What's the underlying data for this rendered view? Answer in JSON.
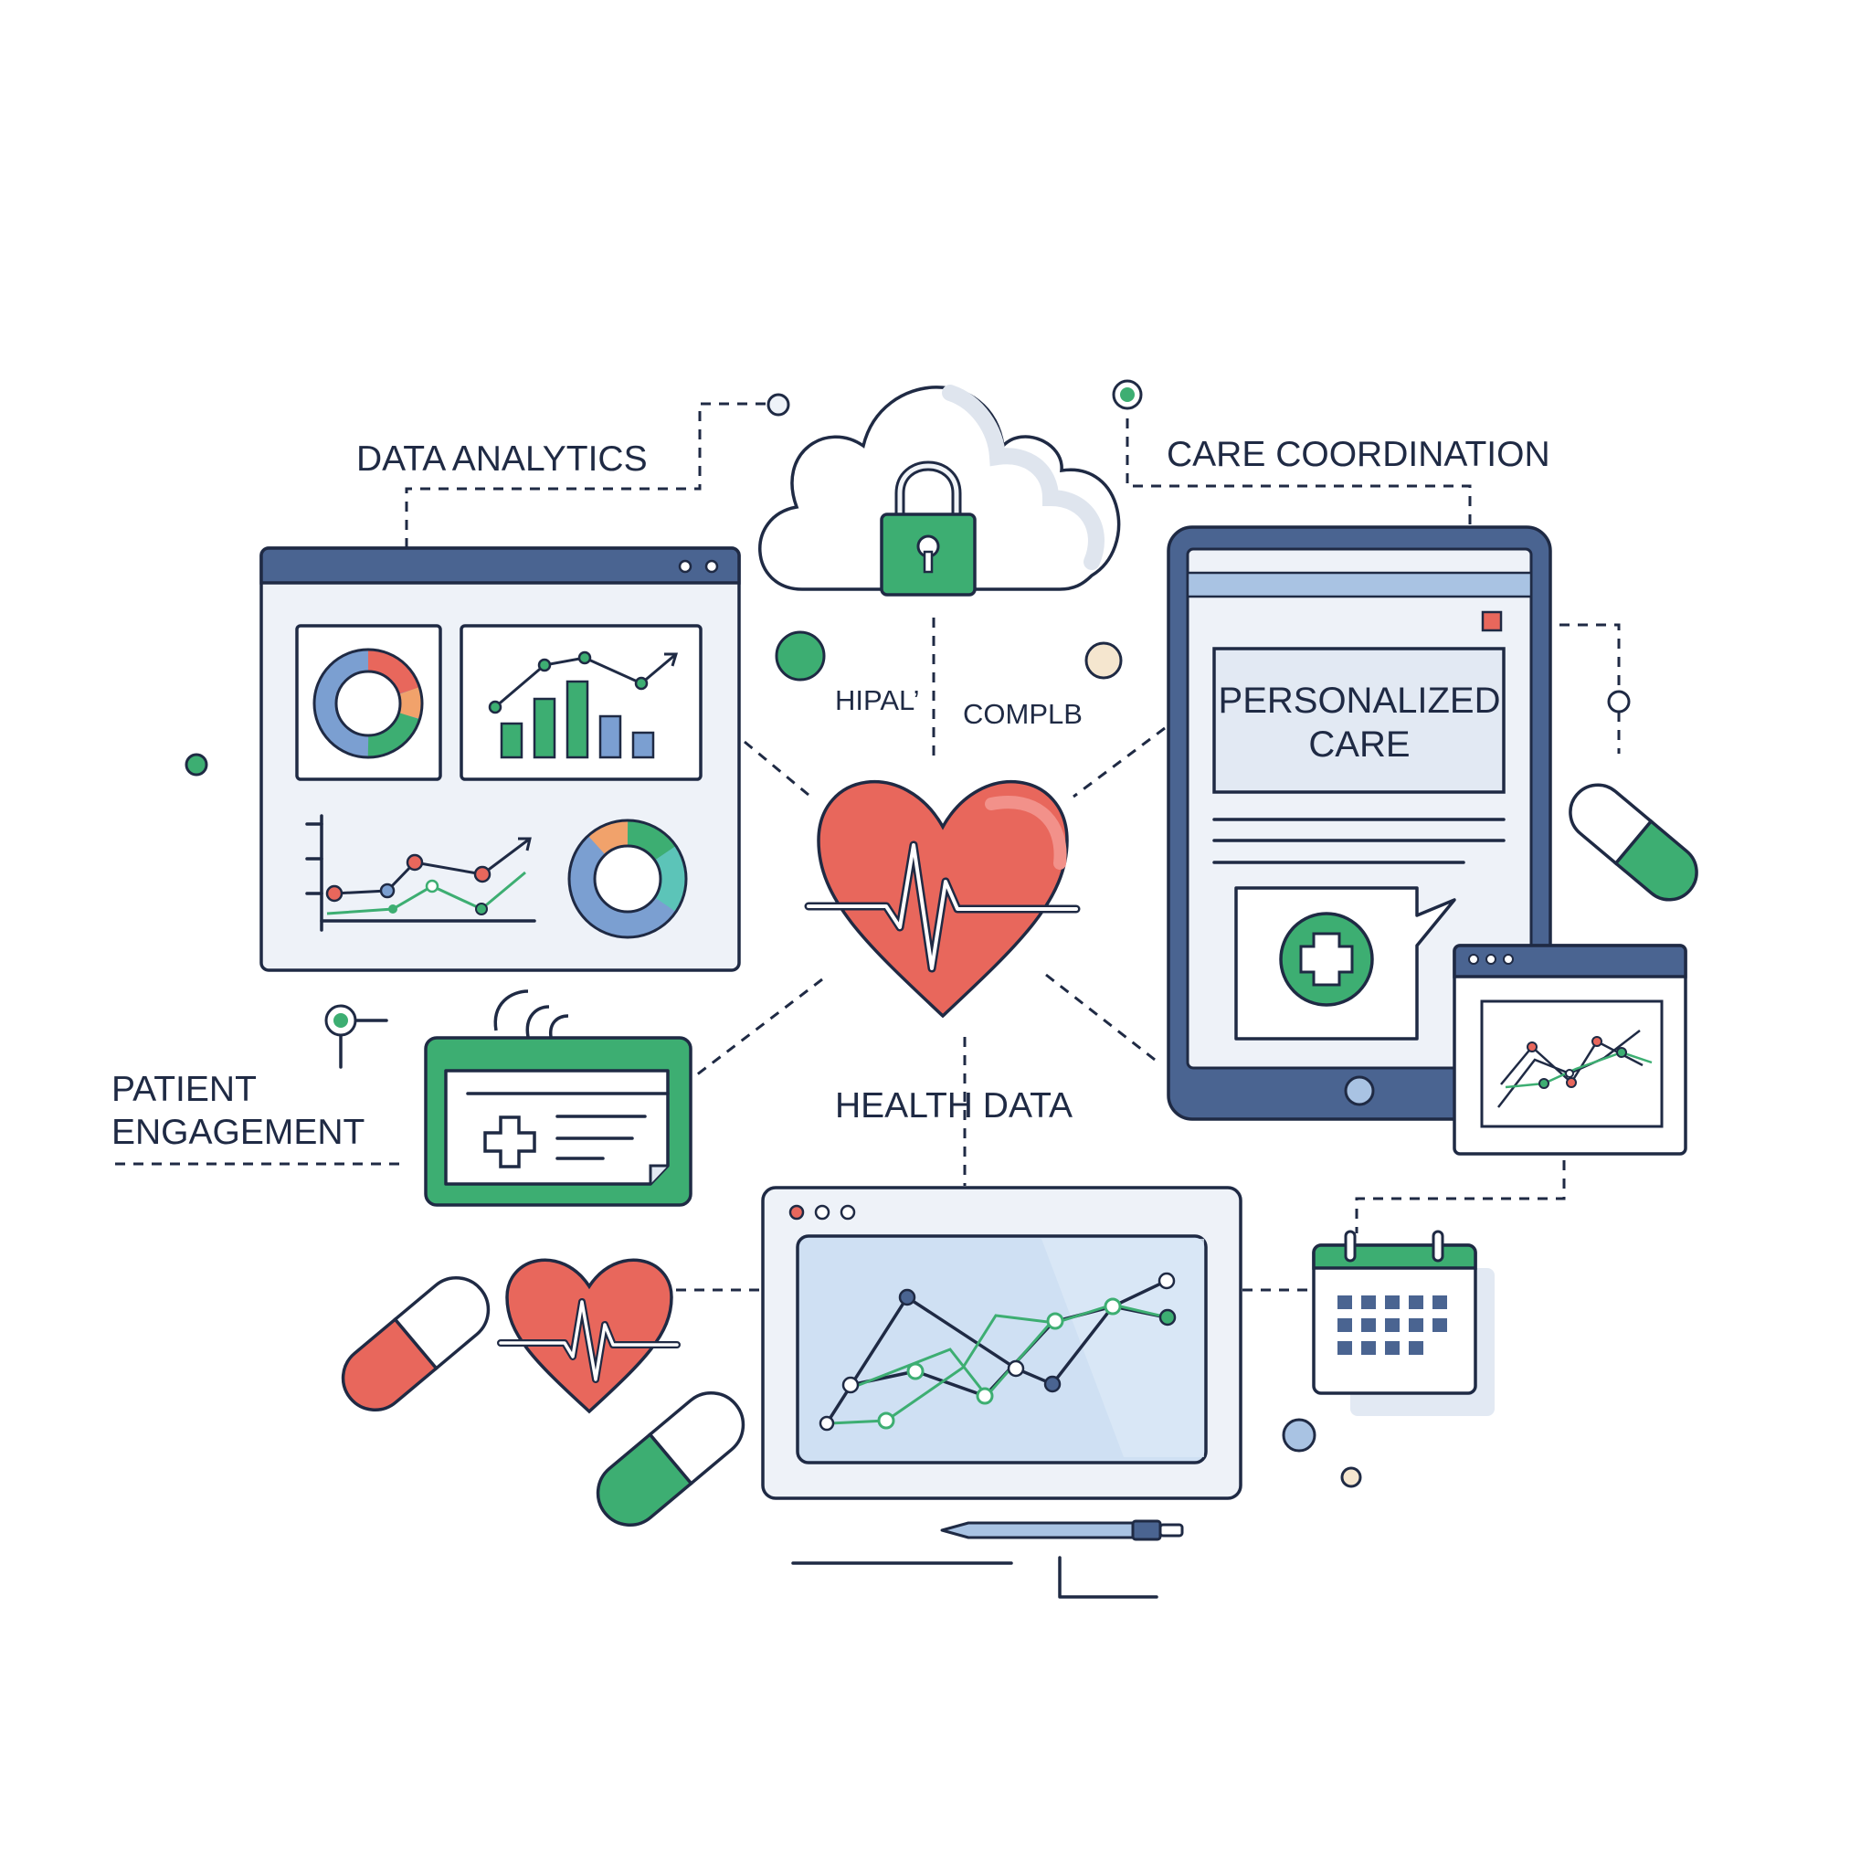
{
  "labels": {
    "data_analytics": "DATA ANALYTICS",
    "care_coordination": "CARE COORDINATION",
    "personalized_care": [
      "PERSONALIZED",
      "CARE"
    ],
    "patient_engagement": [
      "PATIENT",
      "ENGAGEMENT"
    ],
    "health_data": "HEALTH DATA",
    "hipaa": "HIPAL’",
    "compliance": "COMPLB"
  },
  "colors": {
    "ink": "#1f2a44",
    "navy": "#4a6491",
    "green": "#3dae72",
    "red": "#e8675c",
    "orange": "#f1a26b",
    "teal": "#5cc4b8",
    "panel": "#eef2f8",
    "screen": "#cfe0f3",
    "cream": "#f5e6cf"
  },
  "icons": [
    "cloud-icon",
    "padlock-icon",
    "heart-pulse-icon",
    "medical-cross-icon",
    "pill-icon",
    "calendar-icon",
    "pen-icon",
    "donut-chart-icon",
    "bar-chart-icon",
    "line-chart-icon"
  ]
}
